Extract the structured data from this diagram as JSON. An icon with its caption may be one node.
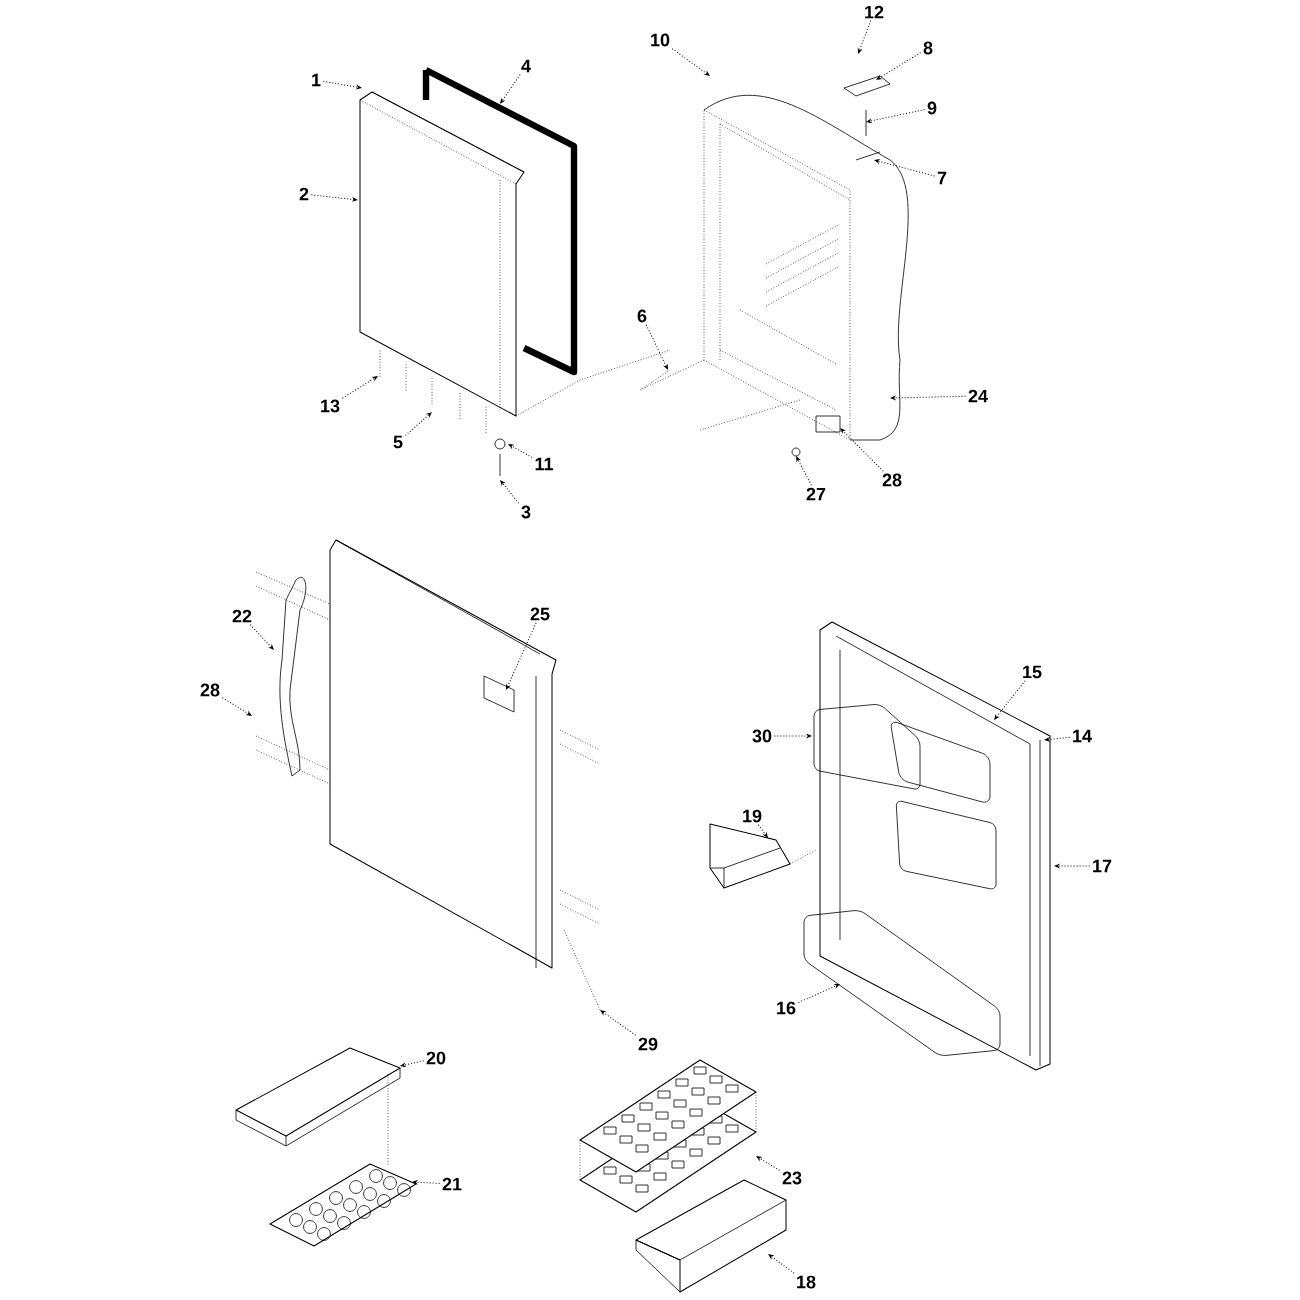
{
  "diagram": {
    "nodes": [
      {
        "text": [
          "12"
        ]
      },
      {
        "text": [
          "10"
        ]
      },
      {
        "text": [
          "8"
        ]
      },
      {
        "text": [
          "4"
        ]
      },
      {
        "text": [
          "1"
        ]
      },
      {
        "text": [
          "9"
        ]
      },
      {
        "text": [
          "7"
        ]
      },
      {
        "text": [
          "2"
        ]
      },
      {
        "text": [
          "6"
        ]
      },
      {
        "text": [
          "24"
        ]
      },
      {
        "text": [
          "13"
        ]
      },
      {
        "text": [
          "5"
        ]
      },
      {
        "text": [
          "11"
        ]
      },
      {
        "text": [
          "28"
        ]
      },
      {
        "text": [
          "27"
        ]
      },
      {
        "text": [
          "3"
        ]
      },
      {
        "text": [
          "22"
        ]
      },
      {
        "text": [
          "25"
        ]
      },
      {
        "text": [
          "15"
        ]
      },
      {
        "text": [
          "28"
        ]
      },
      {
        "text": [
          "14"
        ]
      },
      {
        "text": [
          "30"
        ]
      },
      {
        "text": [
          "19"
        ]
      },
      {
        "text": [
          "17"
        ]
      },
      {
        "text": [
          "16"
        ]
      },
      {
        "text": [
          "29"
        ]
      },
      {
        "text": [
          "20"
        ]
      },
      {
        "text": [
          "21"
        ]
      },
      {
        "text": [
          "23"
        ]
      },
      {
        "text": [
          "18"
        ]
      }
    ],
    "edges": [
      {
        "from": 0,
        "to": null,
        "arrow": "to"
      },
      {
        "from": 1,
        "to": null,
        "arrow": "to"
      },
      {
        "from": 2,
        "to": null,
        "arrow": "to"
      },
      {
        "from": 3,
        "to": null,
        "arrow": "to"
      },
      {
        "from": 4,
        "to": null,
        "arrow": "to"
      },
      {
        "from": 5,
        "to": null,
        "arrow": "to"
      },
      {
        "from": 6,
        "to": null,
        "arrow": "to"
      },
      {
        "from": 7,
        "to": null,
        "arrow": "to"
      },
      {
        "from": 8,
        "to": null,
        "arrow": "to"
      },
      {
        "from": 9,
        "to": null,
        "arrow": "to"
      },
      {
        "from": 10,
        "to": null,
        "arrow": "to"
      },
      {
        "from": 11,
        "to": null,
        "arrow": "to"
      },
      {
        "from": 12,
        "to": null,
        "arrow": "to"
      },
      {
        "from": 13,
        "to": null,
        "arrow": "to"
      },
      {
        "from": 14,
        "to": null,
        "arrow": "to"
      },
      {
        "from": 15,
        "to": null,
        "arrow": "to"
      },
      {
        "from": 16,
        "to": null,
        "arrow": "to"
      },
      {
        "from": 17,
        "to": null,
        "arrow": "to"
      },
      {
        "from": 18,
        "to": null,
        "arrow": "to"
      },
      {
        "from": 19,
        "to": null,
        "arrow": "to"
      },
      {
        "from": 20,
        "to": null,
        "arrow": "to"
      },
      {
        "from": 21,
        "to": null,
        "arrow": "to"
      },
      {
        "from": 22,
        "to": null,
        "arrow": "to"
      },
      {
        "from": 23,
        "to": null,
        "arrow": "to"
      },
      {
        "from": 24,
        "to": null,
        "arrow": "to"
      },
      {
        "from": 25,
        "to": null,
        "arrow": "to"
      },
      {
        "from": 26,
        "to": null,
        "arrow": "to"
      },
      {
        "from": 27,
        "to": null,
        "arrow": "to"
      },
      {
        "from": 28,
        "to": null,
        "arrow": "to"
      },
      {
        "from": 29,
        "to": null,
        "arrow": "to"
      }
    ]
  }
}
